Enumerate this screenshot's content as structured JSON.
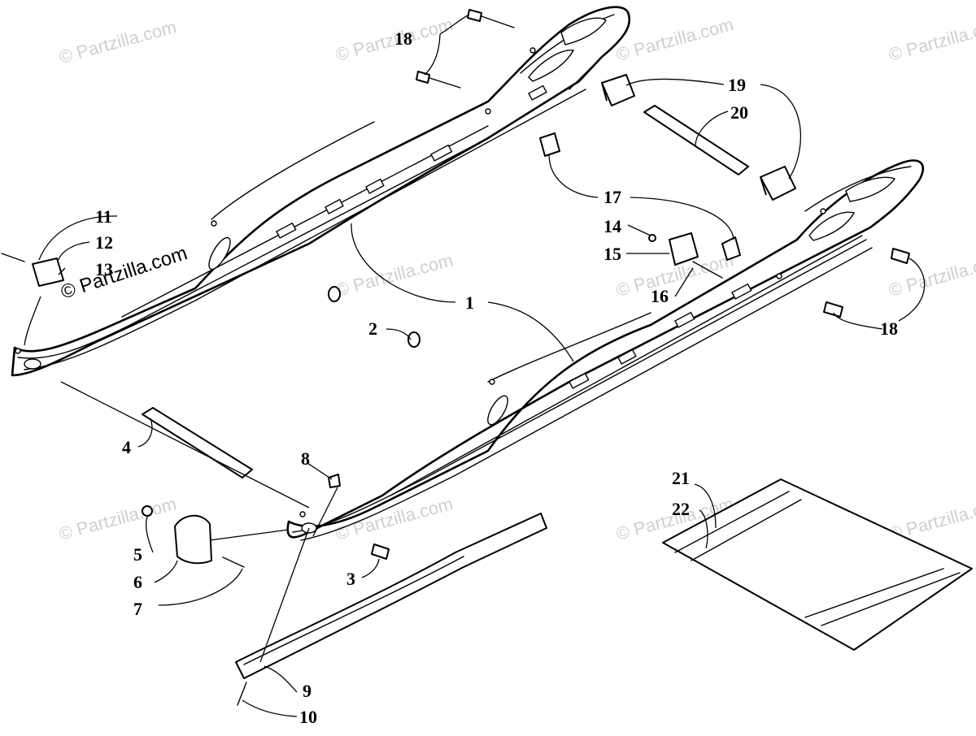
{
  "watermark": "© Partzilla.com",
  "callouts": {
    "c1": "1",
    "c2": "2",
    "c3": "3",
    "c4": "4",
    "c5": "5",
    "c6": "6",
    "c7": "7",
    "c8": "8",
    "c9": "9",
    "c10": "10",
    "c11": "11",
    "c12": "12",
    "c13": "13",
    "c14": "14",
    "c15": "15",
    "c16": "16",
    "c17": "17",
    "c18a": "18",
    "c18b": "18",
    "c19": "19",
    "c20": "20",
    "c21": "21",
    "c22": "22"
  },
  "colors": {
    "line": "#000000",
    "background": "#ffffff",
    "watermark": "#cfcfcf"
  }
}
